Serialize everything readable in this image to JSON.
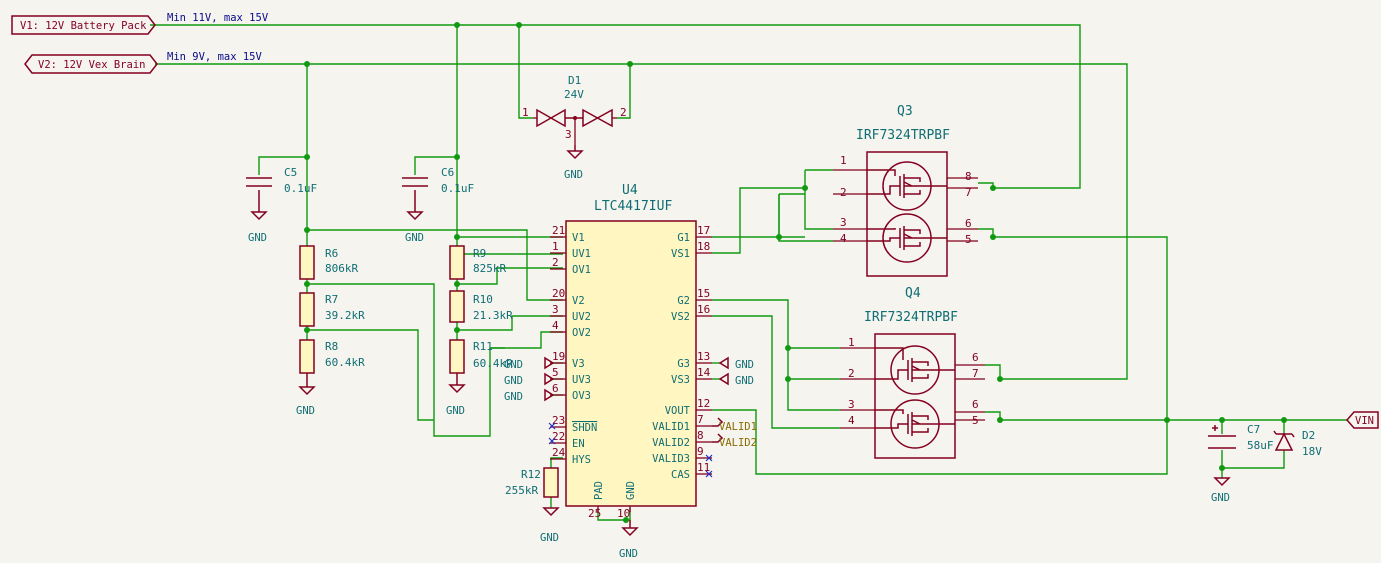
{
  "ports": {
    "v1": "V1: 12V Battery Pack",
    "v2": "V2: 12V Vex Brain",
    "vin": "VIN"
  },
  "notes": {
    "v1_range": "Min 11V, max 15V",
    "v2_range": "Min 9V, max 15V"
  },
  "parts": {
    "c5": {
      "ref": "C5",
      "value": "0.1uF"
    },
    "c6": {
      "ref": "C6",
      "value": "0.1uF"
    },
    "c7": {
      "ref": "C7",
      "value": "58uF"
    },
    "d1": {
      "ref": "D1",
      "value": "24V",
      "pins": [
        "1",
        "3",
        "2"
      ]
    },
    "d2": {
      "ref": "D2",
      "value": "18V"
    },
    "r6": {
      "ref": "R6",
      "value": "806kR"
    },
    "r7": {
      "ref": "R7",
      "value": "39.2kR"
    },
    "r8": {
      "ref": "R8",
      "value": "60.4kR"
    },
    "r9": {
      "ref": "R9",
      "value": "825kR"
    },
    "r10": {
      "ref": "R10",
      "value": "21.3kR"
    },
    "r11": {
      "ref": "R11",
      "value": "60.4kR"
    },
    "r12": {
      "ref": "R12",
      "value": "255kR"
    },
    "q3": {
      "ref": "Q3",
      "value": "IRF7324TRPBF",
      "pins_left": [
        "1",
        "2",
        "3",
        "4"
      ],
      "pins_right": [
        "8",
        "7",
        "6",
        "5"
      ]
    },
    "q4": {
      "ref": "Q4",
      "value": "IRF7324TRPBF",
      "pins_left": [
        "1",
        "2",
        "3",
        "4"
      ],
      "pins_right": [
        "6",
        "7",
        "6",
        "5"
      ]
    },
    "u4": {
      "ref": "U4",
      "value": "LTC4417IUF",
      "left_pins": [
        {
          "num": "21",
          "name": "V1"
        },
        {
          "num": "1",
          "name": "UV1"
        },
        {
          "num": "2",
          "name": "OV1"
        },
        {
          "num": "20",
          "name": "V2"
        },
        {
          "num": "3",
          "name": "UV2"
        },
        {
          "num": "4",
          "name": "OV2"
        },
        {
          "num": "19",
          "name": "V3"
        },
        {
          "num": "5",
          "name": "UV3"
        },
        {
          "num": "6",
          "name": "OV3"
        },
        {
          "num": "23",
          "name": "SHDN"
        },
        {
          "num": "22",
          "name": "EN"
        },
        {
          "num": "24",
          "name": "HYS"
        }
      ],
      "right_pins": [
        {
          "num": "17",
          "name": "G1"
        },
        {
          "num": "18",
          "name": "VS1"
        },
        {
          "num": "15",
          "name": "G2"
        },
        {
          "num": "16",
          "name": "VS2"
        },
        {
          "num": "13",
          "name": "G3"
        },
        {
          "num": "14",
          "name": "VS3"
        },
        {
          "num": "12",
          "name": "VOUT"
        },
        {
          "num": "7",
          "name": "VALID1"
        },
        {
          "num": "8",
          "name": "VALID2"
        },
        {
          "num": "9",
          "name": "VALID3"
        },
        {
          "num": "11",
          "name": "CAS"
        }
      ],
      "bottom_pins": [
        {
          "num": "25",
          "name": "PAD"
        },
        {
          "num": "10",
          "name": "GND"
        }
      ]
    }
  },
  "labels": {
    "gnd": "GND",
    "valid1": "VALID1",
    "valid2": "VALID2"
  }
}
